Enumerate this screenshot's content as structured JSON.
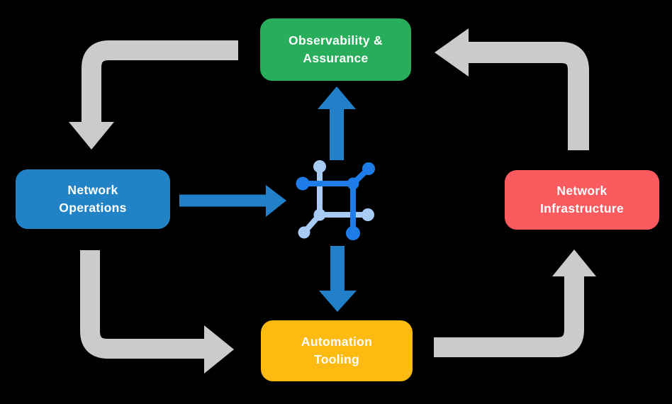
{
  "colors": {
    "background": "#000000",
    "arrow_gray": "#CBCBCB",
    "arrow_blue": "#2180C8",
    "icon_dark_blue": "#1E7CE8",
    "icon_light_blue": "#A8CBF5",
    "label_text": "#FFFFFF",
    "observability_green": "#28AD5B",
    "operations_blue": "#2183C6",
    "infrastructure_red": "#FB5A5E",
    "automation_yellow": "#FDBB11"
  },
  "diagram": {
    "center_icon": "network-automation-icon",
    "nodes": {
      "observability": {
        "label": "Observability &\nAssurance",
        "color": "#28AD5B"
      },
      "operations": {
        "label": "Network\nOperations",
        "color": "#2183C6"
      },
      "infrastructure": {
        "label": "Network\nInfrastructure",
        "color": "#FB5A5E"
      },
      "automation": {
        "label": "Automation\nTooling",
        "color": "#FDBB11"
      }
    },
    "flows": [
      {
        "from": "observability",
        "to": "operations",
        "style": "gray-curved"
      },
      {
        "from": "operations",
        "to": "automation",
        "style": "gray-curved"
      },
      {
        "from": "automation",
        "to": "infrastructure",
        "style": "gray-curved"
      },
      {
        "from": "infrastructure",
        "to": "observability",
        "style": "gray-curved"
      },
      {
        "from": "operations",
        "to": "center-icon",
        "style": "blue-straight"
      },
      {
        "from": "center-icon",
        "to": "observability",
        "style": "blue-straight"
      },
      {
        "from": "center-icon",
        "to": "automation",
        "style": "blue-straight"
      }
    ]
  }
}
